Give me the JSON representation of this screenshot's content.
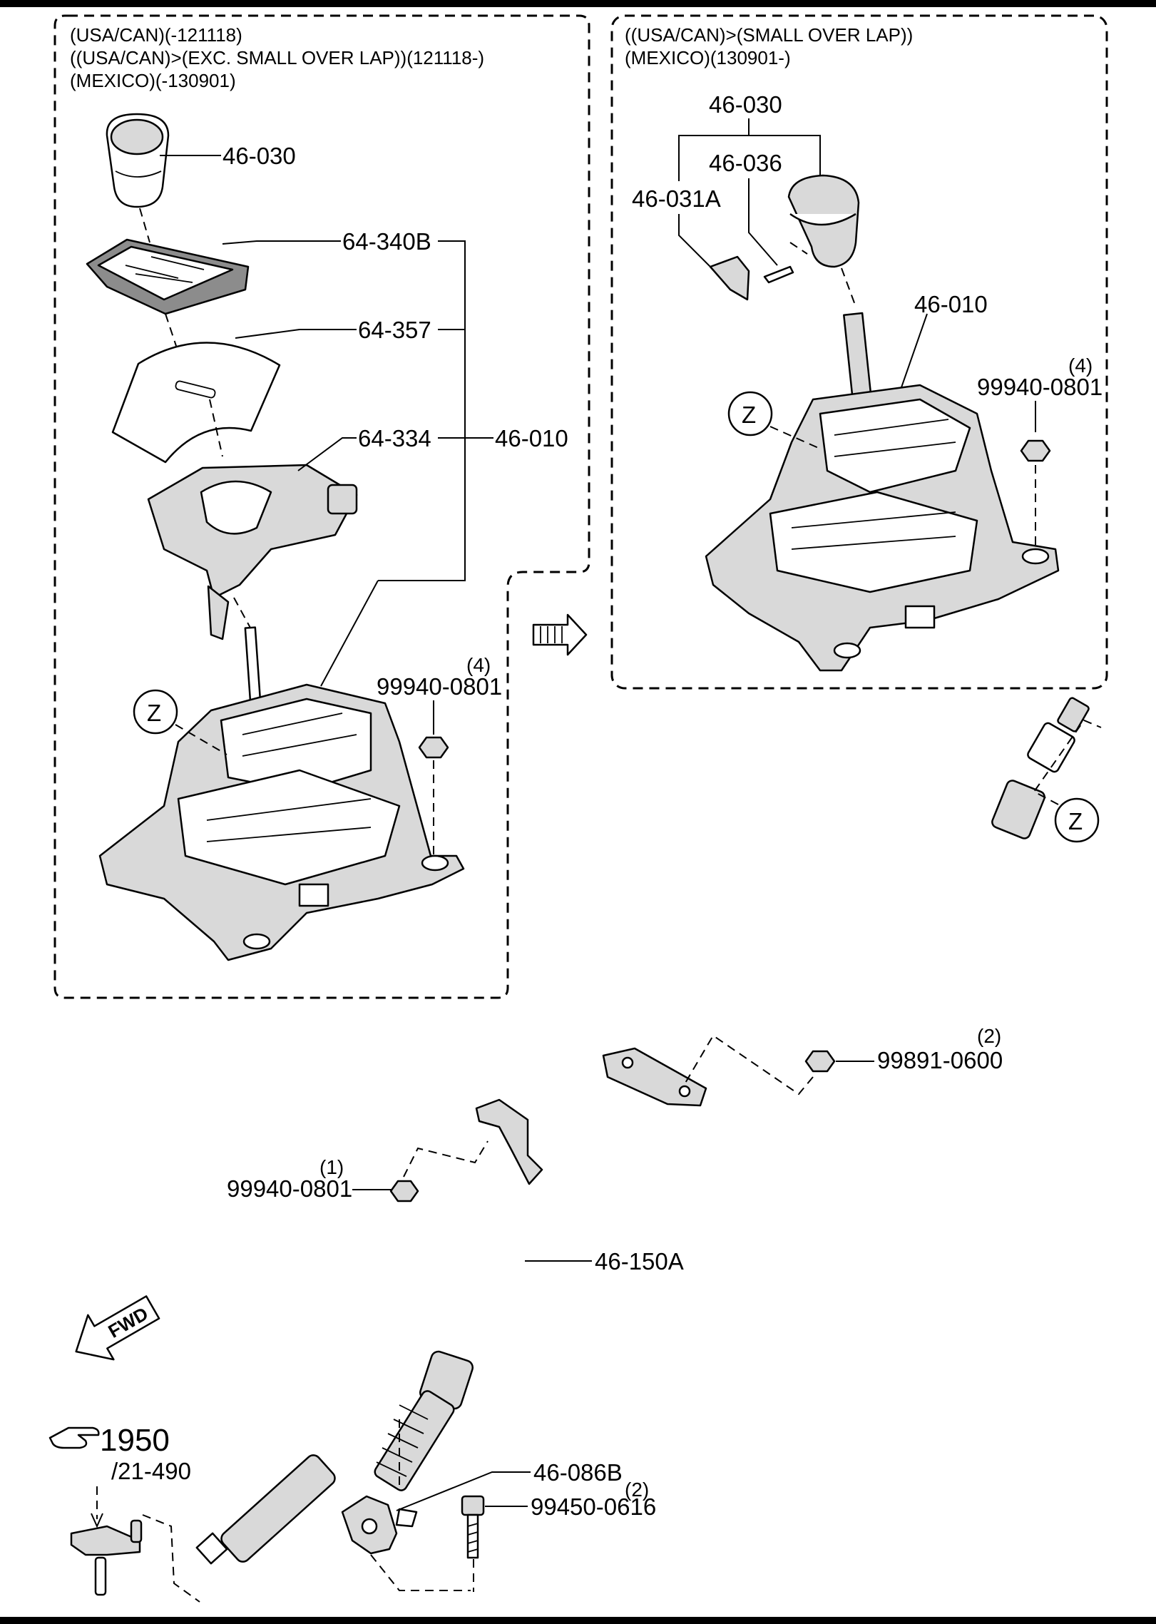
{
  "variants": {
    "left_header": [
      "(USA/CAN)(-121118)",
      "((USA/CAN)>(EXC. SMALL OVER LAP))(121118-)",
      "(MEXICO)(-130901)"
    ],
    "right_header": [
      "((USA/CAN)>(SMALL OVER LAP))",
      "(MEXICO)(130901-)"
    ]
  },
  "callouts": {
    "knob_left": "46-030",
    "bezel": "64-340B",
    "shutter": "64-357",
    "indicator": "64-334",
    "shifter_left": "46-010",
    "nut_left_qty": "(4)",
    "nut_left": "99940-0801",
    "knob_right": "46-030",
    "knob_insert": "46-036",
    "knob_button": "46-031A",
    "shifter_right": "46-010",
    "nut_right_qty": "(4)",
    "nut_right": "99940-0801",
    "nut_cable_qty": "(2)",
    "nut_cable": "99891-0600",
    "nut_bracket_qty": "(1)",
    "nut_bracket": "99940-0801",
    "cable": "46-150A",
    "clip": "46-086B",
    "bolt_qty": "(2)",
    "bolt": "99450-0616",
    "ref_page": "1950",
    "ref_sub": "/21-490",
    "detail_marker": "Z",
    "fwd": "FWD"
  },
  "icons": [
    "pointing-hand-icon",
    "fwd-arrow-icon",
    "transition-arrow-icon"
  ]
}
